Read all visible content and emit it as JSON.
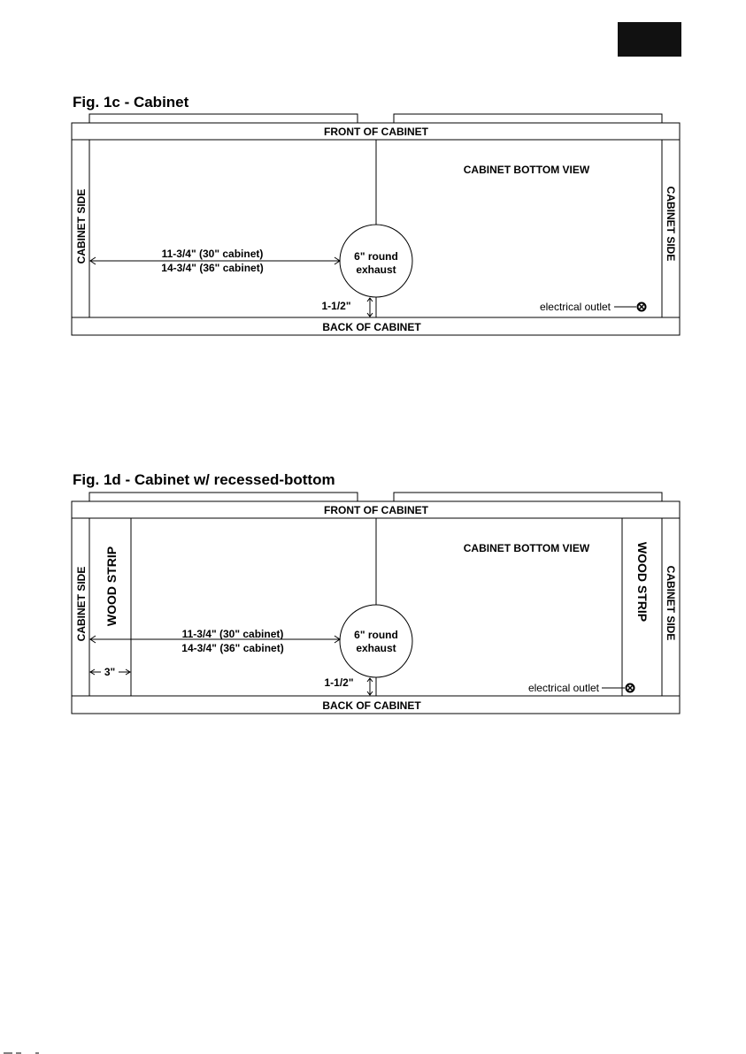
{
  "figures": [
    {
      "title": "Fig. 1c - Cabinet",
      "front_label": "FRONT OF CABINET",
      "back_label": "BACK OF CABINET",
      "side_label_left": "CABINET SIDE",
      "side_label_right": "CABINET SIDE",
      "view_label": "CABINET BOTTOM VIEW",
      "distance_line1": "11-3/4\" (30\" cabinet)",
      "distance_line2": "14-3/4\" (36\" cabinet)",
      "exhaust_line1": "6\" round",
      "exhaust_line2": "exhaust",
      "back_offset": "1-1/2\"",
      "outlet_label": "electrical outlet"
    },
    {
      "title": "Fig. 1d - Cabinet w/ recessed-bottom",
      "front_label": "FRONT OF CABINET",
      "back_label": "BACK OF CABINET",
      "side_label_left": "CABINET SIDE",
      "side_label_right": "CABINET SIDE",
      "wood_strip_left": "WOOD STRIP",
      "wood_strip_right": "WOOD STRIP",
      "view_label": "CABINET BOTTOM VIEW",
      "distance_line1": "11-3/4\" (30\" cabinet)",
      "distance_line2": "14-3/4\" (36\" cabinet)",
      "exhaust_line1": "6\" round",
      "exhaust_line2": "exhaust",
      "back_offset": "1-1/2\"",
      "strip_width": "3\"",
      "outlet_label": "electrical outlet"
    }
  ]
}
